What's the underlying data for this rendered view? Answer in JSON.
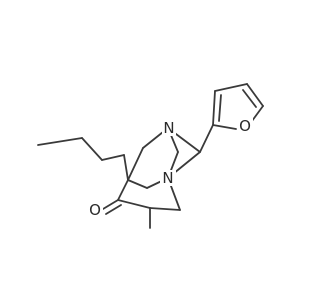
{
  "atoms": {
    "n1": "N",
    "n2": "N",
    "o_furan": "O",
    "o_ketone": "O"
  }
}
